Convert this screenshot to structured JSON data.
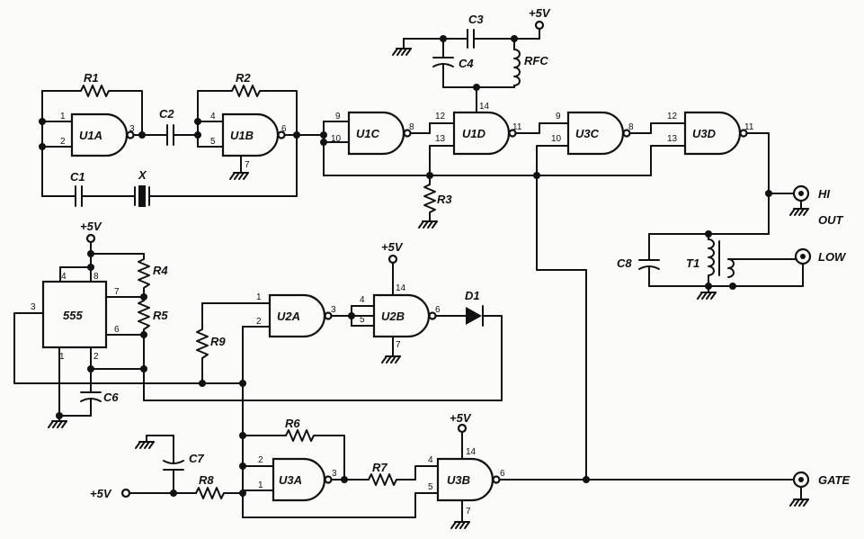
{
  "gates": {
    "u1a": "U1A",
    "u1b": "U1B",
    "u1c": "U1C",
    "u1d": "U1D",
    "u3c": "U3C",
    "u3d": "U3D",
    "u2a": "U2A",
    "u2b": "U2B",
    "u3a": "U3A",
    "u3b": "U3B",
    "ic555": "555"
  },
  "components": {
    "r1": "R1",
    "r2": "R2",
    "r3": "R3",
    "r4": "R4",
    "r5": "R5",
    "r6": "R6",
    "r7": "R7",
    "r8": "R8",
    "r9": "R9",
    "c1": "C1",
    "c2": "C2",
    "c3": "C3",
    "c4": "C4",
    "c6": "C6",
    "c7": "C7",
    "c8": "C8",
    "x": "X",
    "rfc": "RFC",
    "t1": "T1",
    "d1": "D1"
  },
  "supplies": {
    "vcc": "+5V"
  },
  "outputs": {
    "hi": "HI",
    "low": "LOW",
    "out": "OUT",
    "gate": "GATE"
  },
  "pins": {
    "p1": "1",
    "p2": "2",
    "p3": "3",
    "p4": "4",
    "p5": "5",
    "p6": "6",
    "p7": "7",
    "p8": "8",
    "p9": "9",
    "p10": "10",
    "p11": "11",
    "p12": "12",
    "p13": "13",
    "p14": "14"
  }
}
